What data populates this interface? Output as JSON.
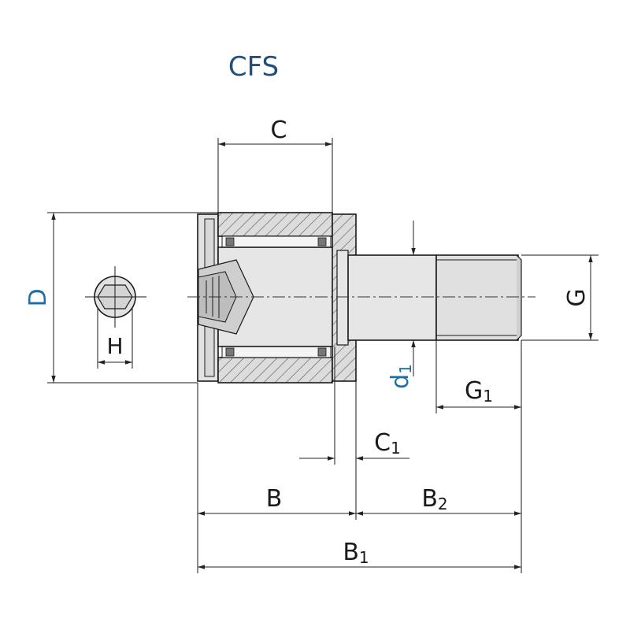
{
  "title": "CFS",
  "labels": {
    "C": "C",
    "D": "D",
    "H": "H",
    "G": "G",
    "d1_main": "d",
    "d1_sub": "1",
    "G1_main": "G",
    "G1_sub": "1",
    "C1_main": "C",
    "C1_sub": "1",
    "B": "B",
    "B2_main": "B",
    "B2_sub": "2",
    "B1_main": "B",
    "B1_sub": "1"
  },
  "colors": {
    "title": "#1f4f7a",
    "blue_label": "#1a6ea8",
    "body_fill": "#e2e2e2",
    "hatch": "#555555"
  }
}
